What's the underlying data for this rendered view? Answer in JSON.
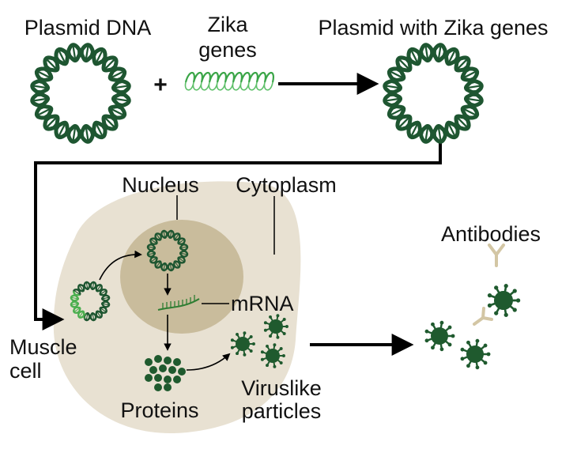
{
  "labels": {
    "plasmid_dna": "Plasmid DNA",
    "plus": "+",
    "zika_line1": "Zika",
    "zika_line2": "genes",
    "plasmid_with_zika": "Plasmid with Zika genes",
    "nucleus": "Nucleus",
    "cytoplasm": "Cytoplasm",
    "antibodies": "Antibodies",
    "mrna": "mRNA",
    "muscle_line1": "Muscle",
    "muscle_line2": "cell",
    "proteins": "Proteins",
    "viruslike_line1": "Viruslike",
    "viruslike_line2": "particles"
  },
  "colors": {
    "dna_dark": "#1e5631",
    "dna_light": "#4caf50",
    "virus": "#1f5a2e",
    "cell_fill": "#e8e1d2",
    "nucleus_fill": "#c9bc9c",
    "antibody": "#d3c6a4",
    "arrow": "#000000"
  }
}
